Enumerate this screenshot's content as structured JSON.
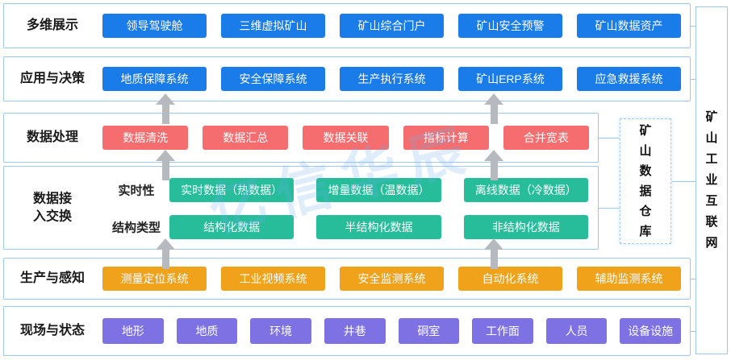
{
  "watermark": "亿信华辰",
  "colors": {
    "display_and_apps": "#1a7ce8",
    "processing": "#f56d6e",
    "exchange": "#27bd9b",
    "perception": "#efa21a",
    "status": "#7e71e4",
    "frame_border": "#9ec9ef",
    "arrow": "#b6babe"
  },
  "rows": {
    "display": {
      "label": "多维展示",
      "items": [
        "领导驾驶舱",
        "三维虚拟矿山",
        "矿山综合门户",
        "矿山安全预警",
        "矿山数据资产"
      ]
    },
    "decision": {
      "label": "应用与决策",
      "items": [
        "地质保障系统",
        "安全保障系统",
        "生产执行系统",
        "矿山ERP系统",
        "应急救援系统"
      ]
    },
    "processing": {
      "label": "数据处理",
      "items": [
        "数据清洗",
        "数据汇总",
        "数据关联",
        "指标计算",
        "合并宽表"
      ]
    },
    "exchange": {
      "label": "数据接\n入交换",
      "realtime": {
        "label": "实时性",
        "items": [
          "实时数据（热数据）",
          "增量数据（温数据）",
          "离线数据（冷数据）"
        ]
      },
      "structure": {
        "label": "结构类型",
        "items": [
          "结构化数据",
          "半结构化数据",
          "非结构化数据"
        ]
      }
    },
    "perception": {
      "label": "生产与感知",
      "items": [
        "测量定位系统",
        "工业视频系统",
        "安全监测系统",
        "自动化系统",
        "辅助监测系统"
      ]
    },
    "status": {
      "label": "现场与状态",
      "items": [
        "地形",
        "地质",
        "环境",
        "井巷",
        "硐室",
        "工作面",
        "人员",
        "设备设施"
      ]
    }
  },
  "side": {
    "warehouse": "矿\n山\n数\n据\n仓\n库",
    "internet": "矿\n山\n工\n业\n互\n联\n网"
  }
}
